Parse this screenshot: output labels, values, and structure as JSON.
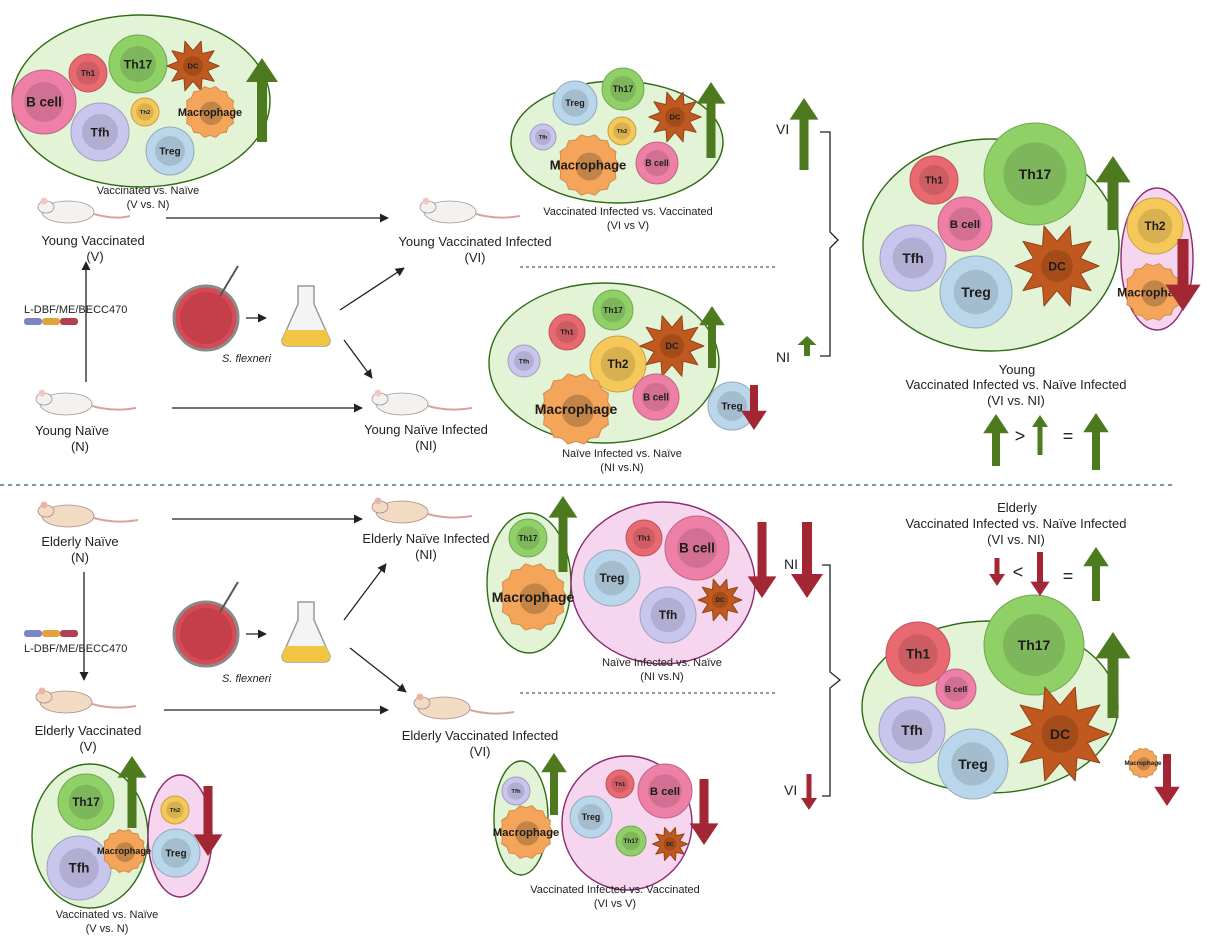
{
  "colors": {
    "green_oval_fill": "#e3f3d6",
    "green_oval_stroke": "#2f6b16",
    "pink_oval_fill": "#f5d6ee",
    "pink_oval_stroke": "#8b2a6f",
    "up_arrow": "#4d7a1f",
    "down_arrow": "#a22634",
    "divider": "#3d7f7a",
    "cell_b": "#ee7fa6",
    "cell_tfh": "#c9c6ee",
    "cell_treg": "#b9d6ea",
    "cell_th17": "#8fd067",
    "cell_th1": "#e86a70",
    "cell_th2": "#f5c85a",
    "cell_mac": "#f4a55a",
    "cell_dc": "#c0591f"
  },
  "cells": {
    "b_cell": "B cell",
    "tfh": "Tfh",
    "treg": "Treg",
    "th17": "Th17",
    "th1": "Th1",
    "th2": "Th2",
    "macrophage": "Macrophage",
    "dc": "DC"
  },
  "young": {
    "vaccinated": "Young Vaccinated",
    "vaccinated_abbr": "(V)",
    "naive": "Young Naïve",
    "naive_abbr": "(N)",
    "vaccinated_infected": "Young Vaccinated Infected",
    "vaccinated_infected_abbr": "(VI)",
    "naive_infected": "Young Naïve Infected",
    "naive_infected_abbr": "(NI)"
  },
  "elderly": {
    "naive": "Elderly Naïve",
    "naive_abbr": "(N)",
    "vaccinated": "Elderly Vaccinated",
    "vaccinated_abbr": "(V)",
    "naive_infected": "Elderly Naïve Infected",
    "naive_infected_abbr": "(NI)",
    "vaccinated_infected": "Elderly Vaccinated Infected",
    "vaccinated_infected_abbr": "(VI)"
  },
  "vaccine_label": "L-DBF/ME/BECC470",
  "pathogen_label": "S. flexneri",
  "captions": {
    "y_vn_1": "Vaccinated vs. Naïve",
    "y_vn_2": "(V vs. N)",
    "y_viv_1": "Vaccinated Infected vs. Vaccinated",
    "y_viv_2": "(VI vs V)",
    "y_nin_1": "Naïve Infected vs. Naïve",
    "y_nin_2": "(NI vs.N)",
    "e_nin_1": "Naïve Infected vs. Naïve",
    "e_nin_2": "(NI vs.N)",
    "e_viv_1": "Vaccinated Infected vs. Vaccinated",
    "e_viv_2": "(VI vs V)",
    "e_vn_1": "Vaccinated vs. Naïve",
    "e_vn_2": "(V vs. N)"
  },
  "comparison": {
    "vi": "VI",
    "ni": "NI",
    "young_title": "Young",
    "young_sub": "Vaccinated Infected vs. Naïve Infected",
    "young_abbr": "(VI vs. NI)",
    "elderly_title": "Elderly",
    "elderly_sub": "Vaccinated Infected vs. Naïve Infected",
    "elderly_abbr": "(VI vs. NI)",
    "gt": ">",
    "lt": "<",
    "eq": "="
  }
}
